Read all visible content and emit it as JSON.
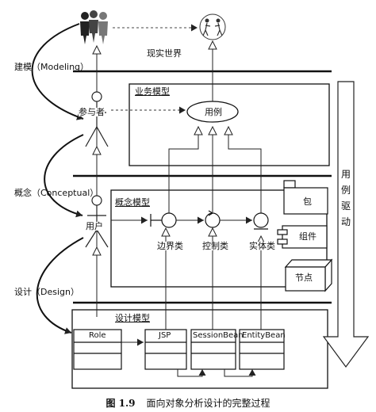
{
  "sections": {
    "modeling": "建模（Modeling）",
    "concept": "概念（Conceptual）",
    "design": "设计（Design）"
  },
  "boxes": {
    "real_world": "现实世界",
    "business_model": "业务模型",
    "concept_model": "概念模型",
    "design_model": "设计模型"
  },
  "nodes": {
    "participant": "参与者",
    "use_case": "用例",
    "user": "用户",
    "boundary_class": "边界类",
    "control_class": "控制类",
    "entity_class": "实体类",
    "package": "包",
    "component": "组件",
    "node": "节点"
  },
  "classes": [
    "Role",
    "JSP",
    "SessionBean",
    "EntityBean"
  ],
  "side_arrow": [
    "用",
    "例",
    "驱",
    "动"
  ],
  "caption": {
    "number": "图 1.9",
    "text": "面向对象分析设计的完整过程"
  }
}
